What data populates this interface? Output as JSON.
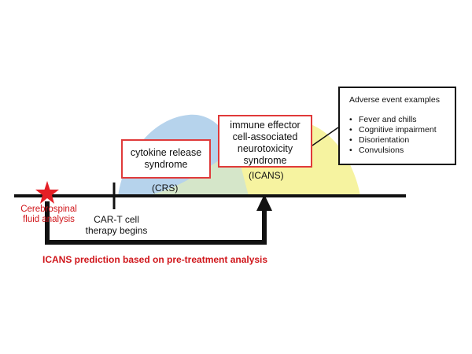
{
  "cytokine_box": {
    "lines": [
      "cytokine release",
      "syndrome"
    ],
    "abbrev": "(CRS)"
  },
  "icans_box": {
    "lines": [
      "immune effector",
      "cell-associated",
      "neurotoxicity",
      "syndrome"
    ],
    "abbrev": "(ICANS)"
  },
  "adverse_events": {
    "title": "Adverse event examples",
    "items": [
      "Fever and chills",
      "Cognitive impairment",
      "Disorientation",
      "Convulsions"
    ],
    "bullet": "•"
  },
  "timeline": {
    "cerebrospinal_lines": [
      "Cerebrospinal",
      "fluid analysis"
    ],
    "cart_lines": [
      "CAR-T cell",
      "therapy begins"
    ]
  },
  "prediction": {
    "text": "ICANS prediction based on pre-treatment analysis"
  },
  "colors": {
    "accent_red": "#d0161b",
    "box_red": "#e03a3a",
    "crs_blue": "#b6d3ec",
    "icans_yellow": "#f6f3a0",
    "overlap_green": "#d5e6c9",
    "line_black": "#111111"
  }
}
